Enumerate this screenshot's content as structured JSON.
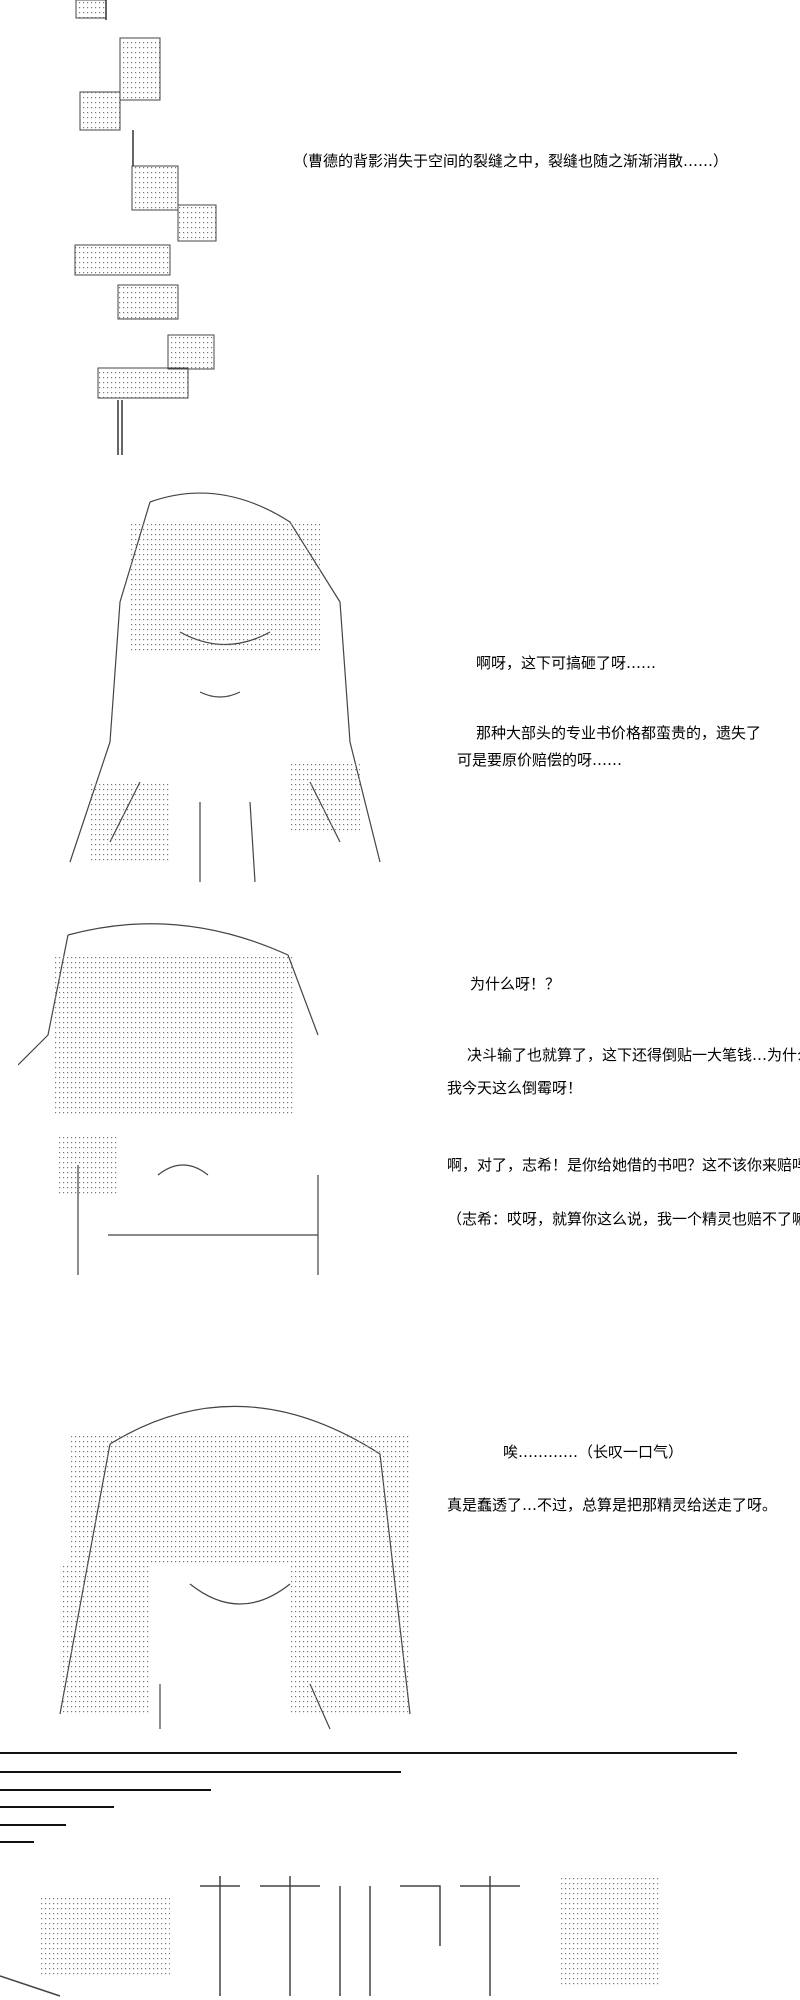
{
  "scene1": {
    "narration": "（曹德的背影消失于空间的裂缝之中，裂缝也随之渐渐消散……）"
  },
  "scene2": {
    "lines": [
      "啊呀，这下可搞砸了呀……",
      "那种大部头的专业书价格都蛮贵的，遗失了",
      "可是要原价赔偿的呀……"
    ]
  },
  "scene3": {
    "lines": [
      "为什么呀！？",
      "决斗输了也就算了，这下还得倒贴一大笔钱…为什么",
      "我今天这么倒霉呀！",
      "啊，对了，志希！是你给她借的书吧？这不该你来赔吗！",
      "（志希：哎呀，就算你这么说，我一个精灵也赔不了嘛…）"
    ]
  },
  "scene4": {
    "lines": [
      "唉…………（长叹一口气）",
      "真是蠢透了…不过，总算是把那精灵给送走了呀。"
    ]
  },
  "colors": {
    "text": "#000000",
    "art": "#555555"
  }
}
